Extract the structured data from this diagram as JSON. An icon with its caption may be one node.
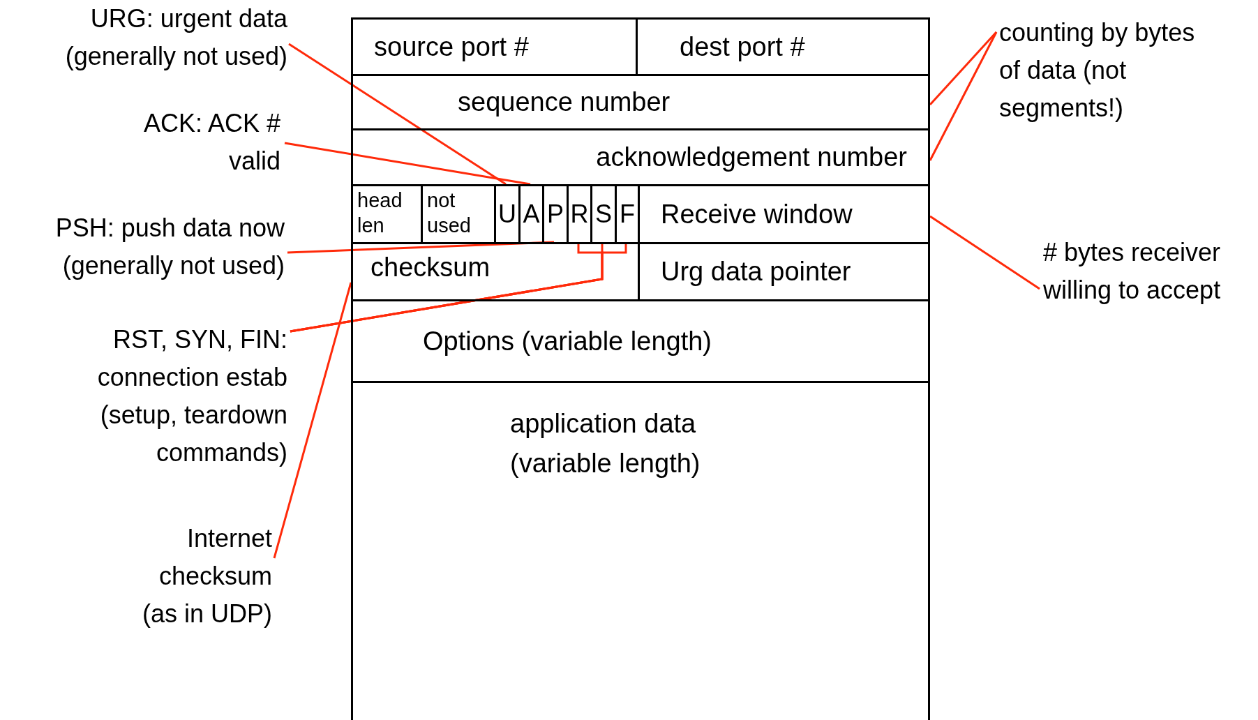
{
  "diagram": {
    "nodes": [
      {
        "text": [
          "URG: urgent data (generally not used)"
        ]
      },
      {
        "text": [
          "ACK: ACK # valid"
        ]
      },
      {
        "text": [
          "PSH: push data now (generally not used)"
        ]
      },
      {
        "text": [
          "RST, SYN, FIN: connection estab (setup, teardown commands)"
        ]
      },
      {
        "text": [
          "Internet checksum (as in UDP)"
        ]
      },
      {
        "text": [
          "source port #"
        ]
      },
      {
        "text": [
          "dest port #"
        ]
      },
      {
        "text": [
          "sequence number"
        ]
      },
      {
        "text": [
          "acknowledgement number"
        ]
      },
      {
        "text": [
          "head len"
        ]
      },
      {
        "text": [
          "not used"
        ]
      },
      {
        "text": [
          "U"
        ]
      },
      {
        "text": [
          "A"
        ]
      },
      {
        "text": [
          "P"
        ]
      },
      {
        "text": [
          "R"
        ]
      },
      {
        "text": [
          "S"
        ]
      },
      {
        "text": [
          "F"
        ]
      },
      {
        "text": [
          "Receive window"
        ]
      },
      {
        "text": [
          "checksum"
        ]
      },
      {
        "text": [
          "Urg data pointer"
        ]
      },
      {
        "text": [
          "Options (variable length)"
        ]
      },
      {
        "text": [
          "application data (variable length)"
        ]
      },
      {
        "text": [
          "counting by bytes of data (not segments!)"
        ]
      },
      {
        "text": [
          "# bytes receiver willing to accept"
        ]
      }
    ],
    "edges": [
      {
        "from": 0,
        "to": 11,
        "arrow": "none"
      },
      {
        "from": 1,
        "to": 12,
        "arrow": "none"
      },
      {
        "from": 2,
        "to": 13,
        "arrow": "none"
      },
      {
        "from": 3,
        "to": 14,
        "arrow": "none"
      },
      {
        "from": 3,
        "to": 15,
        "arrow": "none"
      },
      {
        "from": 3,
        "to": 16,
        "arrow": "none"
      },
      {
        "from": 4,
        "to": 18,
        "arrow": "none"
      },
      {
        "from": 22,
        "to": 7,
        "arrow": "none"
      },
      {
        "from": 22,
        "to": 8,
        "arrow": "none"
      },
      {
        "from": 23,
        "to": 17,
        "arrow": "none"
      }
    ]
  }
}
